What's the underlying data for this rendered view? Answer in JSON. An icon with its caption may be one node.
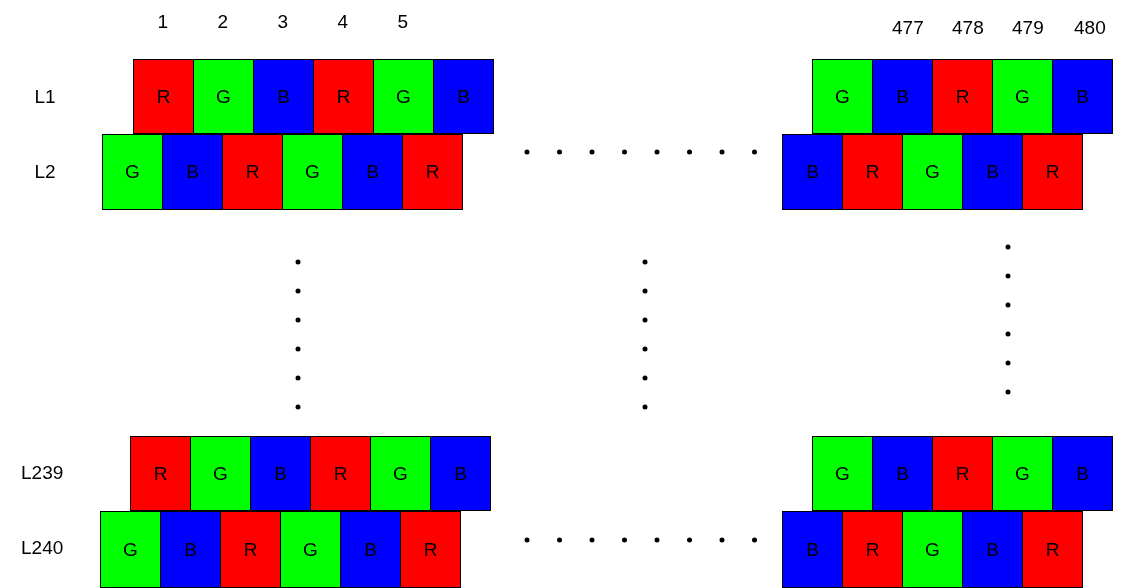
{
  "diagram": {
    "nodes": [
      {
        "text": [
          "R"
        ]
      },
      {
        "text": [
          "G"
        ]
      },
      {
        "text": [
          "B"
        ]
      },
      {
        "text": [
          "R"
        ]
      },
      {
        "text": [
          "G"
        ]
      },
      {
        "text": [
          "B"
        ]
      },
      {
        "text": [
          "G"
        ]
      },
      {
        "text": [
          "B"
        ]
      },
      {
        "text": [
          "R"
        ]
      },
      {
        "text": [
          "G"
        ]
      },
      {
        "text": [
          "B"
        ]
      },
      {
        "text": [
          "G"
        ]
      },
      {
        "text": [
          "B"
        ]
      },
      {
        "text": [
          "R"
        ]
      },
      {
        "text": [
          "G"
        ]
      },
      {
        "text": [
          "B"
        ]
      },
      {
        "text": [
          "R"
        ]
      },
      {
        "text": [
          "B"
        ]
      },
      {
        "text": [
          "R"
        ]
      },
      {
        "text": [
          "G"
        ]
      },
      {
        "text": [
          "B"
        ]
      },
      {
        "text": [
          "R"
        ]
      },
      {
        "text": [
          "R"
        ]
      },
      {
        "text": [
          "G"
        ]
      },
      {
        "text": [
          "B"
        ]
      },
      {
        "text": [
          "R"
        ]
      },
      {
        "text": [
          "G"
        ]
      },
      {
        "text": [
          "B"
        ]
      },
      {
        "text": [
          "G"
        ]
      },
      {
        "text": [
          "B"
        ]
      },
      {
        "text": [
          "R"
        ]
      },
      {
        "text": [
          "G"
        ]
      },
      {
        "text": [
          "B"
        ]
      },
      {
        "text": [
          "G"
        ]
      },
      {
        "text": [
          "B"
        ]
      },
      {
        "text": [
          "R"
        ]
      },
      {
        "text": [
          "G"
        ]
      },
      {
        "text": [
          "B"
        ]
      },
      {
        "text": [
          "R"
        ]
      },
      {
        "text": [
          "B"
        ]
      },
      {
        "text": [
          "R"
        ]
      },
      {
        "text": [
          "G"
        ]
      },
      {
        "text": [
          "B"
        ]
      },
      {
        "text": [
          "R"
        ]
      }
    ],
    "labels": [
      "1",
      "2",
      "3",
      "4",
      "5",
      "477",
      "478",
      "479",
      "480",
      "L1",
      "L2",
      "L239",
      "L240"
    ]
  }
}
